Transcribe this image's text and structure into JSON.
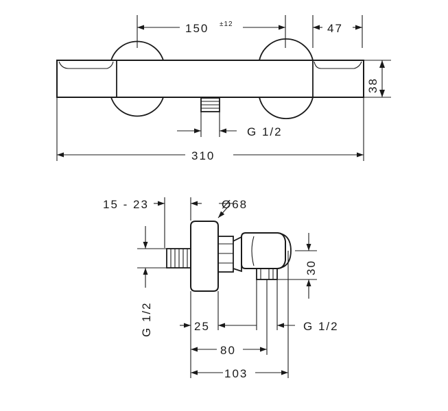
{
  "top_view": {
    "dim_spacing": "150",
    "dim_spacing_tol": "±12",
    "dim_handle": "47",
    "dim_height": "38",
    "dim_outlet_thread": "G 1/2",
    "dim_total_width": "310"
  },
  "side_view": {
    "dim_projection": "15 - 23",
    "dim_diameter": "Ø68",
    "dim_inlet_thread": "G 1/2",
    "dim_outlet_height": "30",
    "dim_rosette": "25",
    "dim_outlet_thread": "G 1/2",
    "dim_depth_outlet": "80",
    "dim_depth_total": "103"
  }
}
